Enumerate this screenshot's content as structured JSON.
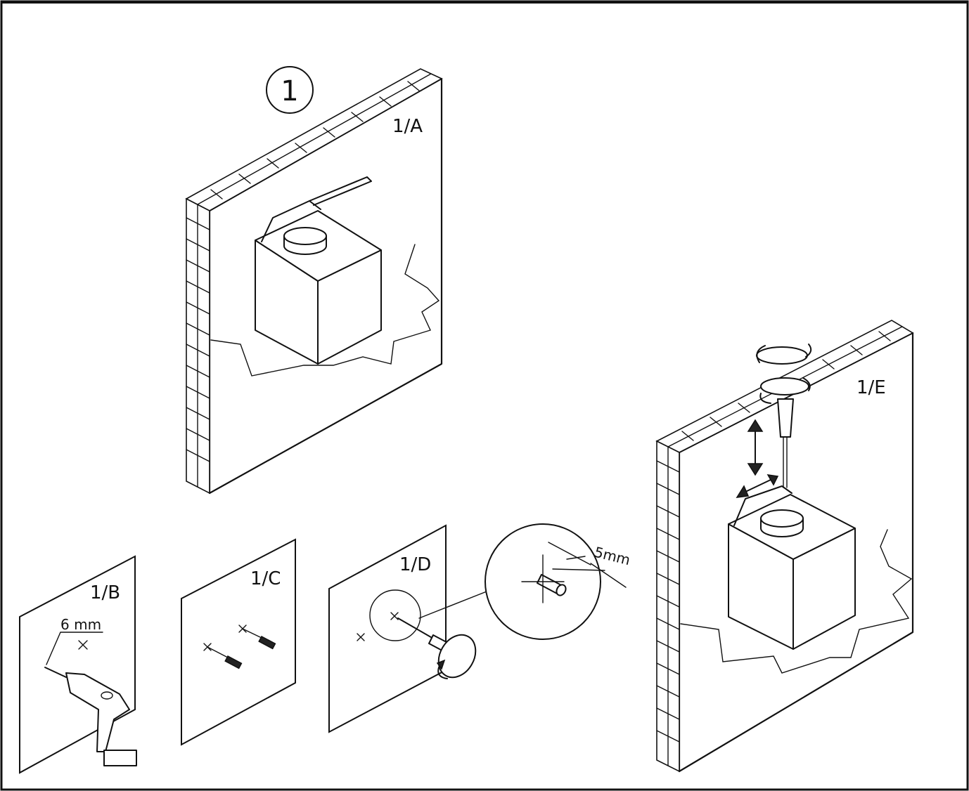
{
  "step": {
    "number": "1"
  },
  "figures": {
    "a": {
      "label": "1/A"
    },
    "b": {
      "label": "1/B",
      "drill_size": "6 mm"
    },
    "c": {
      "label": "1/C"
    },
    "d": {
      "label": "1/D",
      "detail_size": "5mm"
    },
    "e": {
      "label": "1/E"
    }
  }
}
